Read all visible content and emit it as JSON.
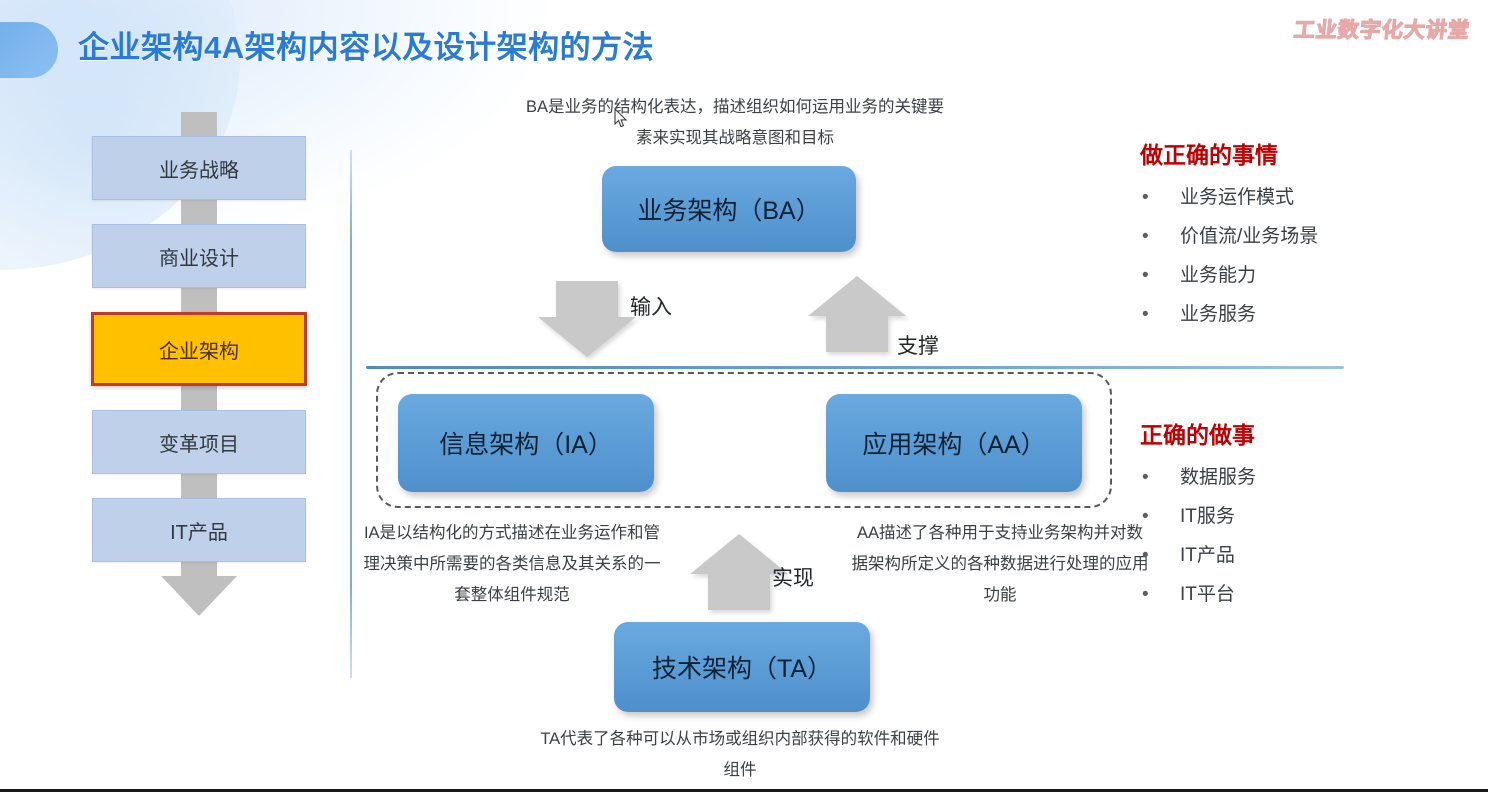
{
  "slide": {
    "title": "企业架构4A架构内容以及设计架构的方法",
    "brand": "工业数字化大讲堂"
  },
  "flow": {
    "items": [
      {
        "label": "业务战略",
        "active": false
      },
      {
        "label": "商业设计",
        "active": false
      },
      {
        "label": "企业架构",
        "active": true
      },
      {
        "label": "变革项目",
        "active": false
      },
      {
        "label": "IT产品",
        "active": false
      }
    ]
  },
  "core": {
    "ba": "业务架构（BA）",
    "ia": "信息架构（IA）",
    "aa": "应用架构（AA）",
    "ta": "技术架构（TA）"
  },
  "arrows": {
    "input": "输入",
    "support": "支撑",
    "realize": "实现"
  },
  "descriptions": {
    "ba": "BA是业务的结构化表达，描述组织如何运用业务的关键要素来实现其战略意图和目标",
    "ia": "IA是以结构化的方式描述在业务运作和管理决策中所需要的各类信息及其关系的一套整体组件规范",
    "aa": "AA描述了各种用于支持业务架构并对数据架构所定义的各种数据进行处理的应用功能",
    "ta": "TA代表了各种可以从市场或组织内部获得的软件和硬件组件"
  },
  "panels": {
    "top": {
      "title": "做正确的事情",
      "bullet_glyph": "•",
      "items": [
        "业务运作模式",
        "价值流/业务场景",
        "业务能力",
        "业务服务"
      ]
    },
    "bottom": {
      "title": "正确的做事",
      "bullet_glyph": "•",
      "items": [
        "数据服务",
        "IT服务",
        "IT产品",
        "IT平台"
      ]
    }
  },
  "colors": {
    "title_blue": "#2a7bd6",
    "box_blue": "#5b9bd5",
    "flow_blue": "#bed0ea",
    "active_orange": "#ffc000",
    "active_border": "#c0392b",
    "panel_red": "#c00000",
    "arrow_gray": "#c9c9c9"
  }
}
